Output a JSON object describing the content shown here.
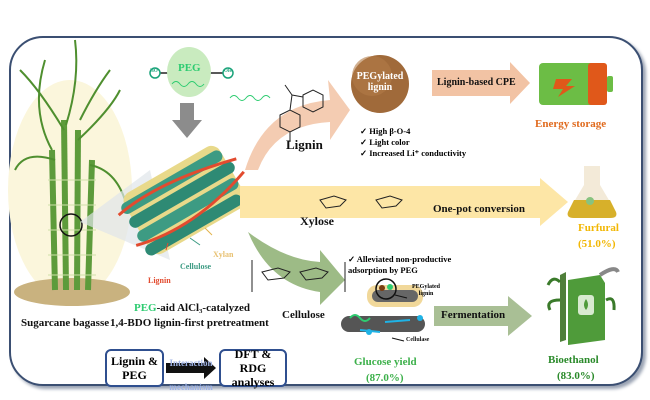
{
  "colors": {
    "panel_border": "#3b4f72",
    "peg_green": "#2ecc71",
    "energy_orange": "#e06a1d",
    "furfural_yellow": "#f2b705",
    "glucose_green": "#3cb04a",
    "bioethanol_green": "#2a8a2a",
    "lignin_arrow": "#f2c3a4",
    "xylose_arrow": "#fde6a6",
    "cellulose_arrow": "#9dbb86",
    "interaction_text": "#9fb3e6"
  },
  "left": {
    "sugarcane_label": "Sugarcane bagasse",
    "pretreatment_line1_peg": "PEG",
    "pretreatment_line1_rest": "-aid AlCl₃-catalyzed",
    "pretreatment_line2": "1,4-BDO lignin-first pretreatment",
    "fiber_labels": {
      "lignin": "Lignin",
      "cellulose": "Cellulose",
      "xylan": "Xylan"
    }
  },
  "peg": {
    "label": "PEG",
    "end_left": "HO",
    "end_right": "OH"
  },
  "lignin_branch": {
    "structure_label": "Lignin",
    "product_label": "PEGylated lignin",
    "checklist": [
      "High β-O-4",
      "Light color",
      "Increased Li⁺ conductivity"
    ],
    "arrow_label": "Lignin-based CPE",
    "end_label": "Energy storage",
    "icon": "battery-icon"
  },
  "xylose_branch": {
    "structure_label": "Xylose",
    "arrow_label": "One-pot conversion",
    "end_label": "Furfural",
    "end_value": "(51.0%)",
    "icon": "flask-icon"
  },
  "cellulose_branch": {
    "structure_label": "Cellulose",
    "note": "✓ Alleviated non-productive adsorption by PEG",
    "pegylated_lignin_label": "PEGylated lignin",
    "cellulase_label": "Cellulase",
    "arrow_label": "Fermentation",
    "yield_label": "Glucose yield",
    "yield_value": "(87.0%)",
    "end_label": "Bioethanol",
    "end_value": "(83.0%)",
    "icon": "fuel-can-icon"
  },
  "mechanism": {
    "box_left": "Lignin & PEG",
    "arrow_label": "Interaction mechanism",
    "box_right": "DFT & RDG analyses"
  }
}
